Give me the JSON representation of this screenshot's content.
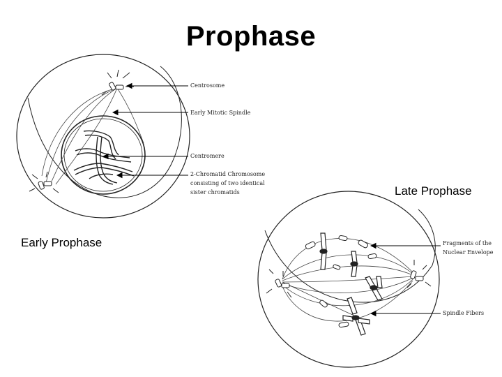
{
  "title": "Prophase",
  "captions": {
    "early": "Early Prophase",
    "late": "Late Prophase"
  },
  "early_labels": {
    "centrosome": "Centrosome",
    "spindle": "Early Mitotic Spindle",
    "centromere": "Centromere",
    "chromosome_line1": "2-Chromatid Chromosome",
    "chromosome_line2": "consisting of two identical",
    "chromosome_line3": "sister chromatids"
  },
  "late_labels": {
    "fragments_line1": "Fragments of the",
    "fragments_line2": "Nuclear Envelope",
    "spindle_fibers": "Spindle Fibers"
  }
}
